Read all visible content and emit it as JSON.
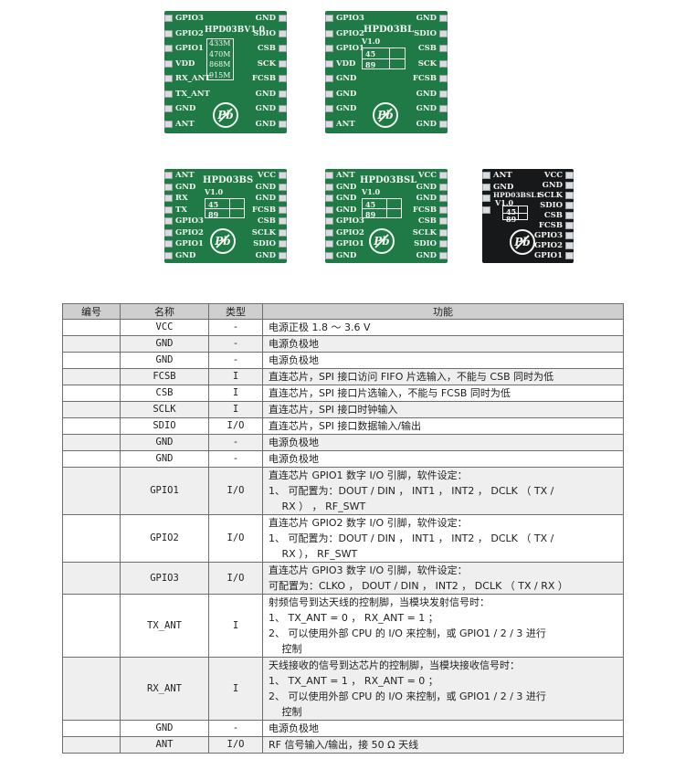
{
  "modules": {
    "m1": {
      "title": "HPD03BV1.0",
      "left_pins": [
        "GPIO3",
        "GPIO2",
        "GPIO1",
        "VDD",
        "RX_ANT",
        "TX_ANT",
        "GND",
        "ANT"
      ],
      "right_pins": [
        "GND",
        "SDIO",
        "CSB",
        "SCK",
        "FCSB",
        "GND",
        "GND",
        "GND"
      ],
      "freqs": [
        "433M",
        "470M",
        "868M",
        "915M"
      ],
      "logo": "Pb"
    },
    "m2": {
      "title": "HPD03BL",
      "version": "V1.0",
      "codes": [
        "45",
        "89"
      ],
      "left_pins": [
        "GPIO3",
        "GPIO2",
        "GPIO1",
        "VDD",
        "GND",
        "GND",
        "GND",
        "ANT"
      ],
      "right_pins": [
        "GND",
        "SDIO",
        "CSB",
        "SCK",
        "FCSB",
        "GND",
        "GND",
        "GND"
      ],
      "logo": "Pb"
    },
    "m3": {
      "title": "HPD03BS",
      "version": "V1.0",
      "codes": [
        "45",
        "89"
      ],
      "left_pins": [
        "ANT",
        "GND",
        "RX",
        "TX",
        "GPIO3",
        "GPIO2",
        "GPIO1",
        "GND"
      ],
      "right_pins": [
        "VCC",
        "GND",
        "GND",
        "FCSB",
        "CSB",
        "SCLK",
        "SDIO",
        "GND"
      ],
      "logo": "Pb"
    },
    "m4": {
      "title": "HPD03BSL",
      "version": "V1.0",
      "codes": [
        "45",
        "89"
      ],
      "left_pins": [
        "ANT",
        "GND",
        "GND",
        "GND",
        "GPIO3",
        "GPIO2",
        "GPIO1",
        "GND"
      ],
      "right_pins": [
        "VCC",
        "GND",
        "GND",
        "FCSB",
        "CSB",
        "SCLK",
        "SDIO",
        "GND"
      ],
      "logo": "Pb"
    },
    "m5": {
      "title": "HPD03BSL1",
      "version": "V1.0",
      "codes": [
        "45",
        "89"
      ],
      "left_pins": [
        "ANT",
        "GND",
        "",
        ""
      ],
      "right_pins": [
        "VCC",
        "GND",
        "SCLK",
        "SDIO",
        "CSB",
        "FCSB",
        "GPIO3",
        "GPIO2",
        "GPIO1"
      ],
      "logo": "Pb"
    }
  },
  "table": {
    "headers": [
      "编号",
      "名称",
      "类型",
      "功能"
    ],
    "rows": [
      {
        "num": "",
        "name": "VCC",
        "type": "-",
        "func": [
          "电源正极 1.8 ～ 3.6 V"
        ]
      },
      {
        "num": "",
        "name": "GND",
        "type": "-",
        "func": [
          "电源负极地"
        ]
      },
      {
        "num": "",
        "name": "GND",
        "type": "-",
        "func": [
          "电源负极地"
        ]
      },
      {
        "num": "",
        "name": "FCSB",
        "type": "I",
        "func": [
          "直连芯片，SPI 接口访问 FIFO 片选输入，不能与 CSB 同时为低"
        ]
      },
      {
        "num": "",
        "name": "CSB",
        "type": "I",
        "func": [
          "直连芯片，SPI 接口片选输入，不能与 FCSB 同时为低"
        ]
      },
      {
        "num": "",
        "name": "SCLK",
        "type": "I",
        "func": [
          "直连芯片，SPI 接口时钟输入"
        ]
      },
      {
        "num": "",
        "name": "SDIO",
        "type": "I/O",
        "func": [
          "直连芯片，SPI 接口数据输入/输出"
        ]
      },
      {
        "num": "",
        "name": "GND",
        "type": "-",
        "func": [
          "电源负极地"
        ]
      },
      {
        "num": "",
        "name": "GND",
        "type": "-",
        "func": [
          "电源负极地"
        ]
      },
      {
        "num": "",
        "name": "GPIO1",
        "type": "I/O",
        "func": [
          "直连芯片 GPIO1 数字 I/O 引脚，软件设定：",
          "1、 可配置为：DOUT / DIN ， INT1 ， INT2 ， DCLK （ TX /",
          "　 RX ） ， RF_SWT"
        ]
      },
      {
        "num": "",
        "name": "GPIO2",
        "type": "I/O",
        "func": [
          "直连芯片 GPIO2 数字 I/O 引脚，软件设定：",
          "1、 可配置为：DOUT / DIN ， INT1 ， INT2 ， DCLK （ TX /",
          "　 RX ）， RF_SWT"
        ]
      },
      {
        "num": "",
        "name": "GPIO3",
        "type": "I/O",
        "func": [
          "直连芯片 GPIO3 数字 I/O 引脚，软件设定：",
          "可配置为：CLKO ， DOUT / DIN ， INT2 ， DCLK （ TX / RX ）"
        ]
      },
      {
        "num": "",
        "name": "TX_ANT",
        "type": "I",
        "func": [
          "射频信号到达天线的控制脚，当模块发射信号时：",
          "1、 TX_ANT = 0 ， RX_ANT = 1 ；",
          "2、 可以使用外部 CPU 的 I/O 来控制，或 GPIO1 / 2 / 3 进行",
          "　 控制"
        ]
      },
      {
        "num": "",
        "name": "RX_ANT",
        "type": "I",
        "func": [
          "天线接收的信号到达芯片的控制脚，当模块接收信号时：",
          "1、 TX_ANT = 1 ， RX_ANT = 0 ；",
          "2、 可以使用外部 CPU 的 I/O 来控制，或 GPIO1 / 2 / 3 进行",
          "　 控制"
        ]
      },
      {
        "num": "",
        "name": "GND",
        "type": "-",
        "func": [
          "电源负极地"
        ]
      },
      {
        "num": "",
        "name": "ANT",
        "type": "I/O",
        "func": [
          "RF 信号输入/输出，接 50 Ω 天线"
        ]
      }
    ]
  }
}
